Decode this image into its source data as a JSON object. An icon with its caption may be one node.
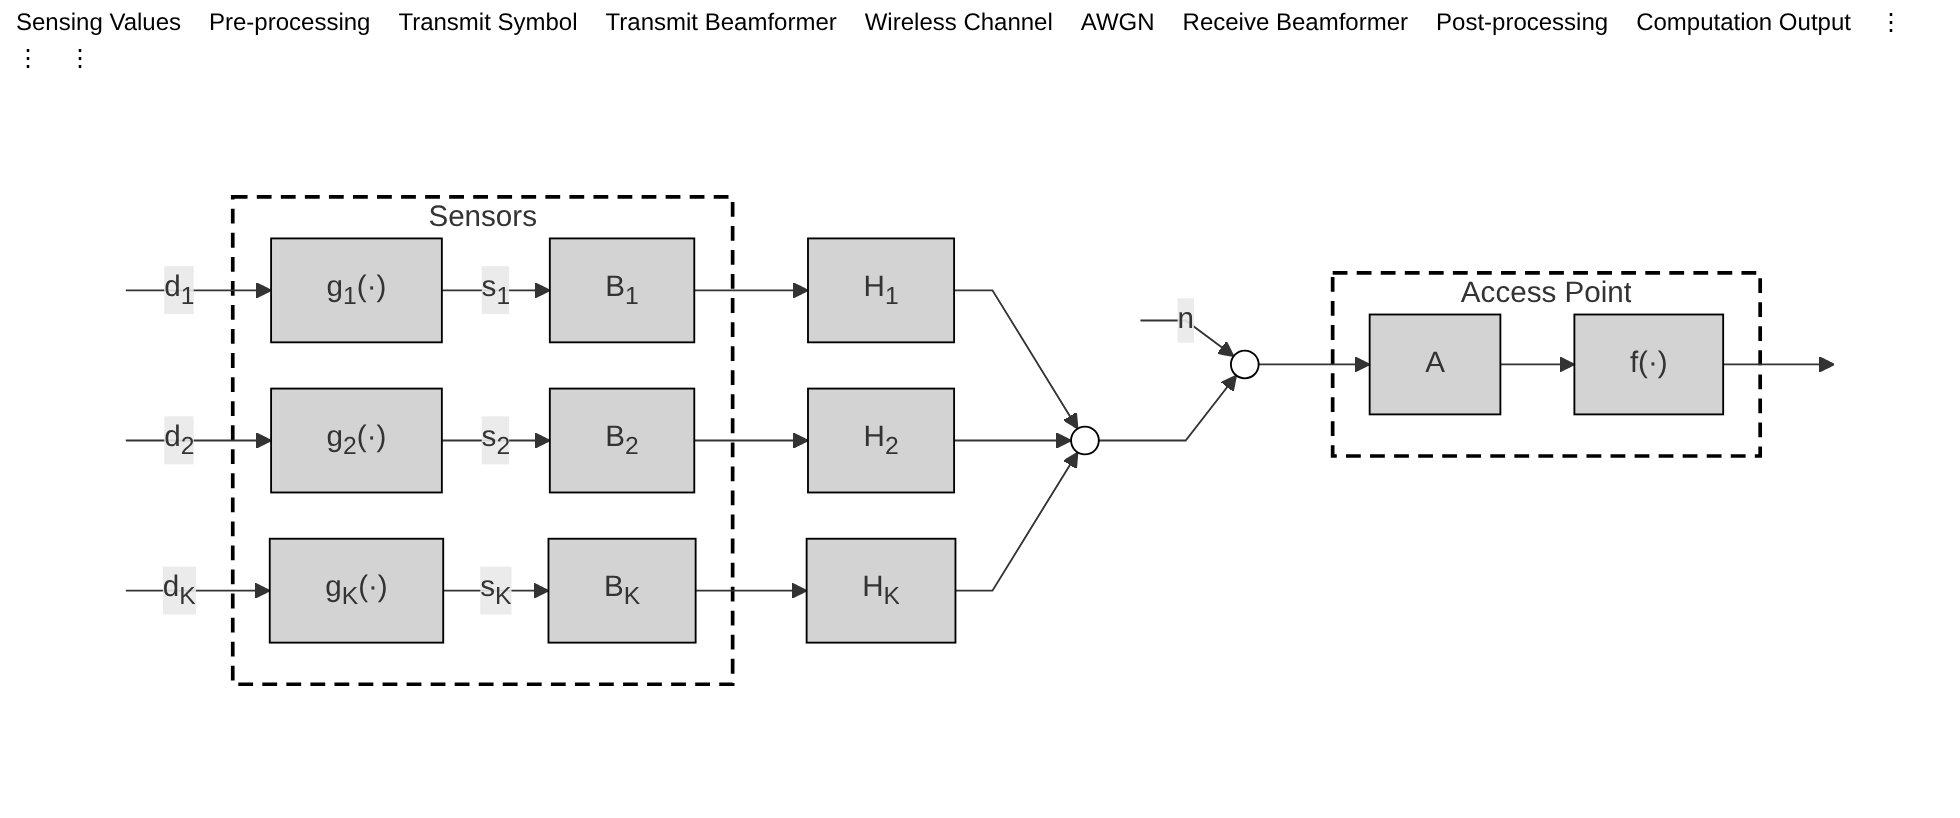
{
  "diagram": {
    "nodes": [
      {
        "text": [
          "Sensors"
        ]
      },
      {
        "text": [
          "g$_{1}$(·)"
        ],
        "in": 0
      },
      {
        "text": [
          "B$_{1}$"
        ],
        "in": 0
      },
      {
        "text": [
          "g$_{2}$(·)"
        ],
        "in": 0
      },
      {
        "text": [
          "B$_{2}$"
        ],
        "in": 0
      },
      {
        "text": [
          "g$_{K}$(·)"
        ],
        "in": 0
      },
      {
        "text": [
          "B$_{K}$"
        ],
        "in": 0
      },
      {
        "text": [
          "H$_{1}$"
        ]
      },
      {
        "text": [
          "H$_{2}$"
        ]
      },
      {
        "text": [
          "H$_{K}$"
        ]
      },
      {
        "text": [],
        "shape": "circle"
      },
      {
        "text": [],
        "shape": "circle"
      },
      {
        "text": [
          "Access Point"
        ]
      },
      {
        "text": [
          "A"
        ],
        "in": 12
      },
      {
        "text": [
          "f(·)"
        ],
        "in": 12
      }
    ],
    "edges": [
      {
        "from": null,
        "to": 1,
        "arrow": "to",
        "label": "d$_{1}$"
      },
      {
        "from": 1,
        "to": 2,
        "arrow": "to",
        "label": "s$_{1}$"
      },
      {
        "from": 2,
        "to": 7,
        "arrow": "to"
      },
      {
        "from": 7,
        "to": 10,
        "arrow": "to"
      },
      {
        "from": null,
        "to": 3,
        "arrow": "to",
        "label": "d$_{2}$"
      },
      {
        "from": 3,
        "to": 4,
        "arrow": "to",
        "label": "s$_{2}$"
      },
      {
        "from": 4,
        "to": 8,
        "arrow": "to"
      },
      {
        "from": 8,
        "to": 10,
        "arrow": "to"
      },
      {
        "from": null,
        "to": 5,
        "arrow": "to",
        "label": "d$_{K}$"
      },
      {
        "from": 5,
        "to": 6,
        "arrow": "to",
        "label": "s$_{K}$"
      },
      {
        "from": 6,
        "to": 9,
        "arrow": "to"
      },
      {
        "from": 9,
        "to": 10,
        "arrow": "to"
      },
      {
        "from": null,
        "to": 11,
        "arrow": "to",
        "label": "n"
      },
      {
        "from": 10,
        "to": 11,
        "arrow": "to"
      },
      {
        "from": 11,
        "to": 13,
        "arrow": "to"
      },
      {
        "from": 13,
        "to": 14,
        "arrow": "to"
      },
      {
        "from": 14,
        "to": null,
        "arrow": "to"
      }
    ],
    "labels": [
      "Sensing Values",
      "Pre-processing",
      "Transmit Symbol",
      "Transmit Beamformer",
      "Wireless Channel",
      "AWGN",
      "Receive Beamformer",
      "Post-processing",
      "Computation Output",
      "⋮",
      "⋮",
      "⋮"
    ]
  }
}
